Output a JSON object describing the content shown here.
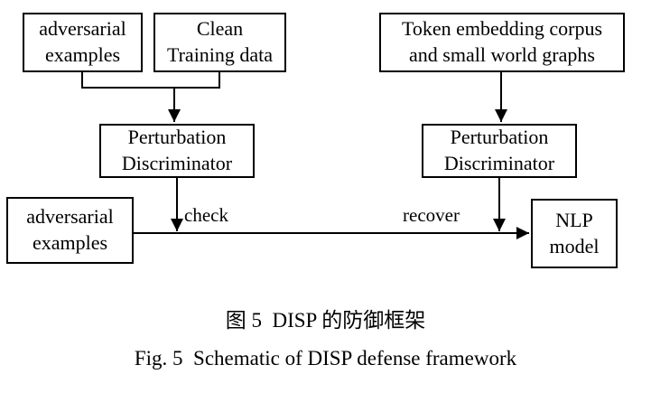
{
  "diagram": {
    "nodes": {
      "adversarial_examples_top": {
        "label": "adversarial\nexamples"
      },
      "clean_training_data": {
        "label": "Clean\nTraining data"
      },
      "token_embedding_corpus": {
        "label": "Token embedding corpus\nand small world graphs"
      },
      "perturbation_discriminator_left": {
        "label": "Perturbation\nDiscriminator"
      },
      "perturbation_discriminator_right": {
        "label": "Perturbation\nDiscriminator"
      },
      "adversarial_examples_bottom": {
        "label": "adversarial\nexamples"
      },
      "nlp_model": {
        "label": "NLP\nmodel"
      }
    },
    "edges": {
      "check_label": "check",
      "recover_label": "recover"
    },
    "line_color": "#000000"
  },
  "captions": {
    "zh": "图 5  DISP 的防御框架",
    "en": "Fig. 5  Schematic of DISP defense framework"
  }
}
